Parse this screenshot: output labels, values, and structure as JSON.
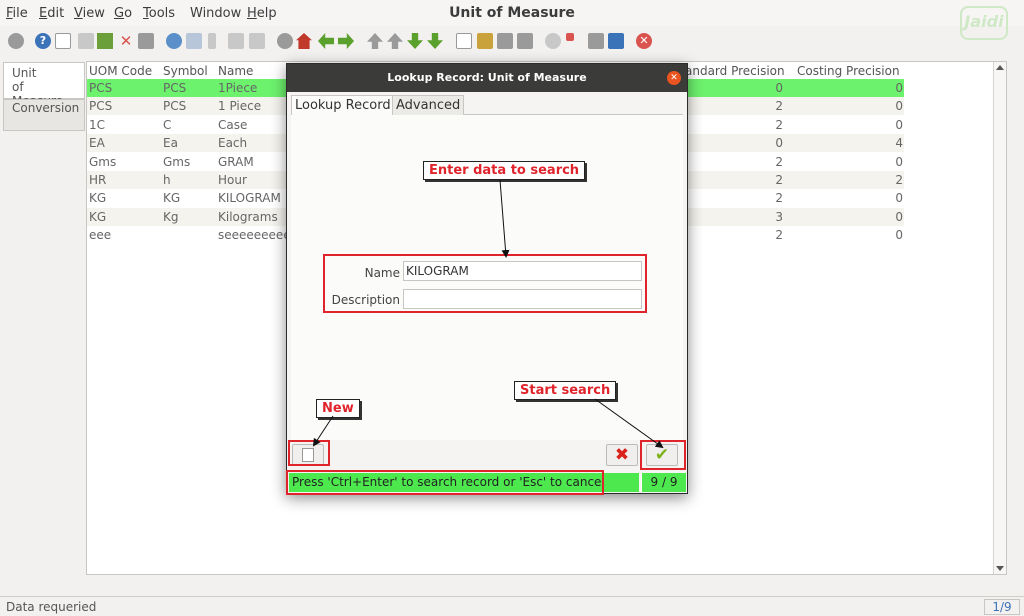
{
  "window": {
    "title": "Unit of Measure"
  },
  "logo": {
    "text": "Jaidi"
  },
  "menu": [
    {
      "label": "File",
      "mnemonic": "F",
      "rest": "ile"
    },
    {
      "label": "Edit",
      "mnemonic": "E",
      "rest": "dit"
    },
    {
      "label": "View",
      "mnemonic": "V",
      "rest": "iew"
    },
    {
      "label": "Go",
      "mnemonic": "G",
      "rest": "o"
    },
    {
      "label": "Tools",
      "mnemonic": "T",
      "rest": "ools"
    },
    {
      "label": "Window",
      "mnemonic": "",
      "rest": "Window"
    },
    {
      "label": "Help",
      "mnemonic": "H",
      "rest": "elp"
    }
  ],
  "sidebar": {
    "tabs": [
      {
        "label_line1": "Unit",
        "label_line2": "of Measure"
      },
      {
        "label_line1": "Conversion",
        "label_line2": ""
      }
    ]
  },
  "grid": {
    "columns": {
      "uom_code": "UOM Code",
      "symbol": "Symbol",
      "name": "Name",
      "standard_precision": "andard Precision",
      "costing_precision": "Costing Precision"
    },
    "rows": [
      {
        "code": "PCS",
        "symbol": "PCS",
        "name": "1Piece",
        "std": "0",
        "cost": "0"
      },
      {
        "code": "PCS",
        "symbol": "PCS",
        "name": "1 Piece",
        "std": "2",
        "cost": "0"
      },
      {
        "code": "1C",
        "symbol": "C",
        "name": "Case",
        "std": "2",
        "cost": "0"
      },
      {
        "code": "EA",
        "symbol": "Ea",
        "name": "Each",
        "std": "0",
        "cost": "4"
      },
      {
        "code": "Gms",
        "symbol": "Gms",
        "name": "GRAM",
        "std": "2",
        "cost": "0"
      },
      {
        "code": "HR",
        "symbol": "h",
        "name": "Hour",
        "std": "2",
        "cost": "2"
      },
      {
        "code": "KG",
        "symbol": "KG",
        "name": "KILOGRAM",
        "std": "2",
        "cost": "0"
      },
      {
        "code": "KG",
        "symbol": "Kg",
        "name": "Kilograms",
        "std": "3",
        "cost": "0"
      },
      {
        "code": "eee",
        "symbol": "",
        "name": "seeeeeeeee",
        "std": "2",
        "cost": "0"
      }
    ]
  },
  "status": {
    "text": "Data requeried",
    "count": "1/9"
  },
  "dialog": {
    "title": "Lookup Record: Unit of Measure",
    "tabs": {
      "lookup": "Lookup Record",
      "advanced": "Advanced"
    },
    "fields": {
      "name_label": "Name",
      "name_value": "KILOGRAM",
      "description_label": "Description",
      "description_value": ""
    },
    "status_text": "Press 'Ctrl+Enter' to search record or 'Esc' to cancel",
    "count": "9 / 9"
  },
  "annotations": {
    "enter_data": "Enter data to search",
    "new": "New",
    "start_search": "Start search"
  },
  "colors": {
    "selected_row": "#6df26d",
    "dialog_status": "#4de84d",
    "annotation": "#e0242c"
  }
}
